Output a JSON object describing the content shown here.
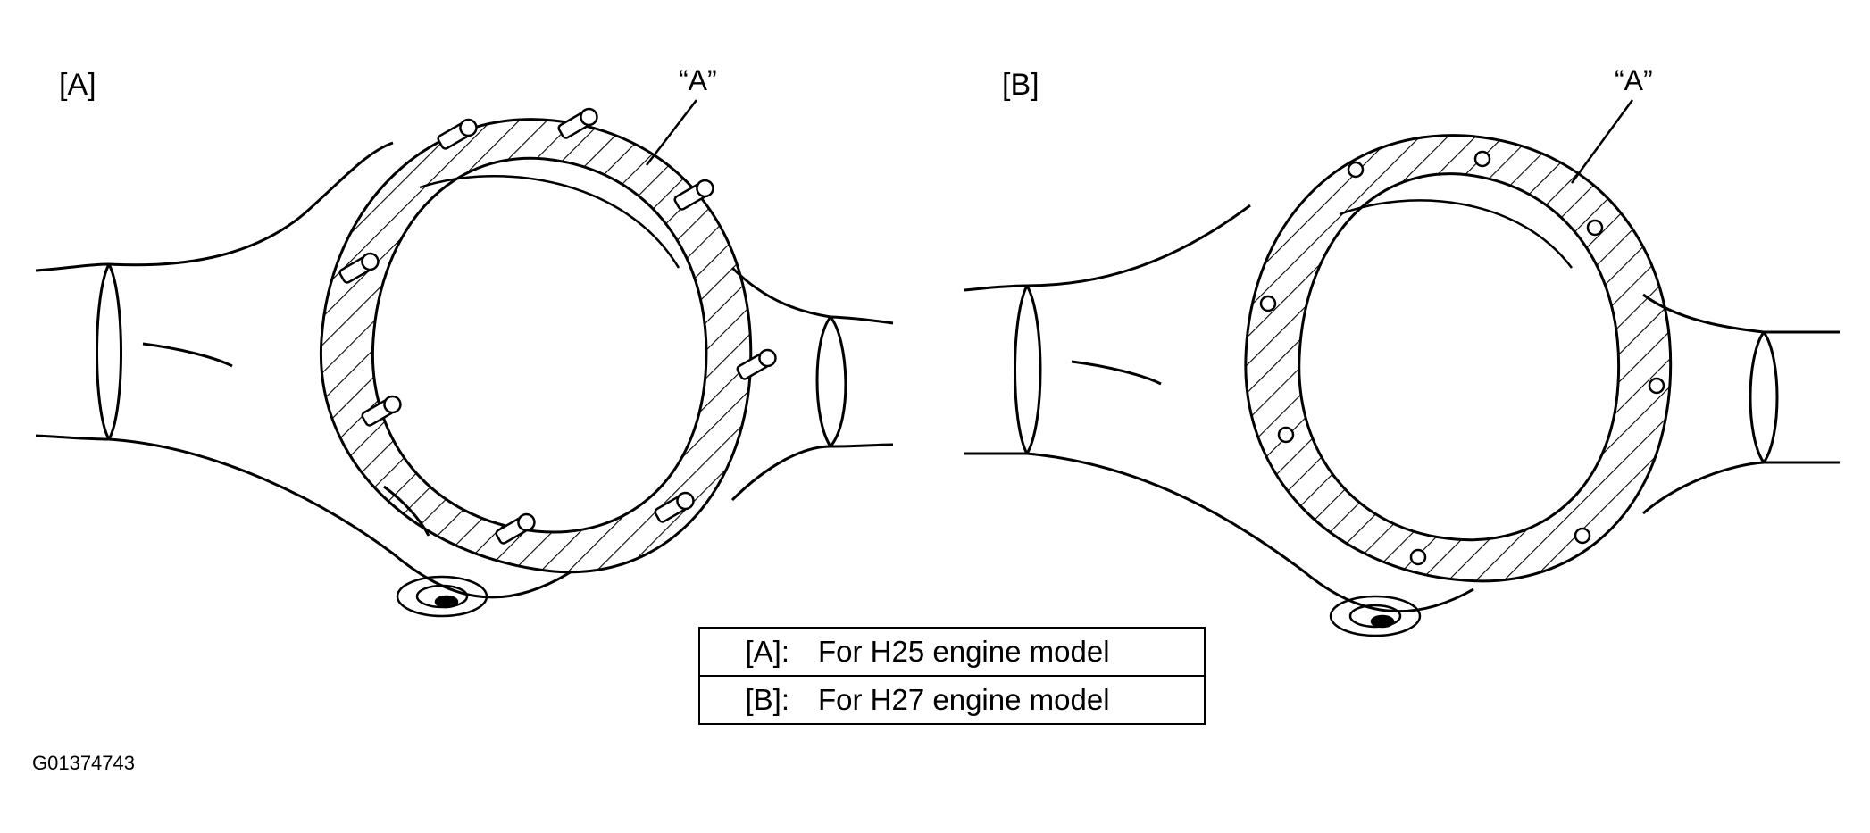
{
  "figure": {
    "panel_a_label": "[A]",
    "panel_b_label": "[B]",
    "callout_a": "“A”",
    "callout_b": "“A”",
    "figure_id": "G01374743"
  },
  "legend": [
    {
      "key": "[A]:",
      "text": "For H25 engine model"
    },
    {
      "key": "[B]:",
      "text": "For H27 engine model"
    }
  ]
}
